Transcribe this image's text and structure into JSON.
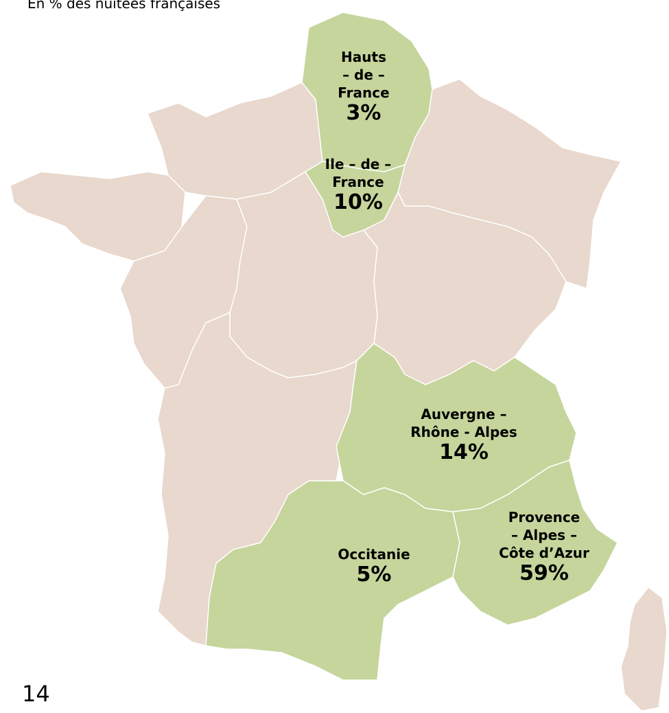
{
  "header": {
    "subtitle": "En % des nuitées françaises"
  },
  "footer": {
    "page_number": "14"
  },
  "legend_colors": {
    "highlighted": "#c5d59c",
    "other": "#e8d8cd",
    "border": "#ffffff"
  },
  "regions": {
    "hauts_de_france": {
      "name": "Hauts\n– de –\nFrance",
      "share": "3%",
      "value": 3
    },
    "ile_de_france": {
      "name": "Ile – de –\nFrance",
      "share": "10%",
      "value": 10
    },
    "auvergne_rhone_alpes": {
      "name": "Auvergne –\nRhône - Alpes",
      "share": "14%",
      "value": 14
    },
    "occitanie": {
      "name": "Occitanie",
      "share": "5%",
      "value": 5
    },
    "provence_alpes_cote_d_azur": {
      "name": "Provence\n– Alpes –\nCôte d’Azur",
      "share": "59%",
      "value": 59
    }
  }
}
